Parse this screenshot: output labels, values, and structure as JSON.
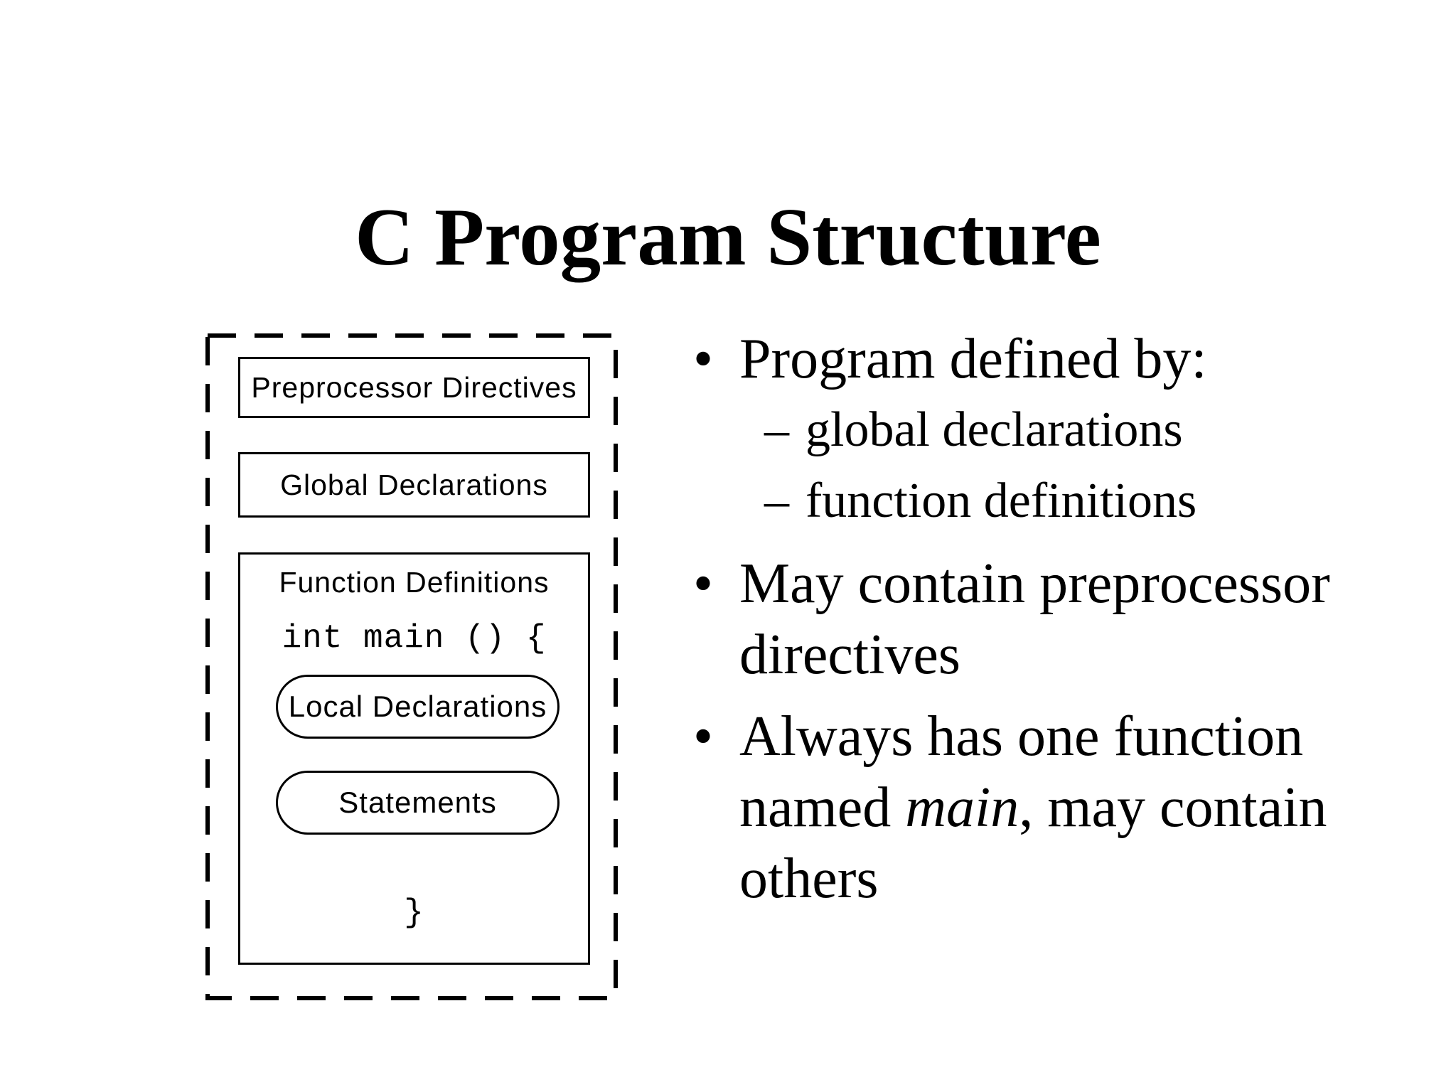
{
  "title": "C Program Structure",
  "colors": {
    "text": "#000000",
    "background": "#ffffff"
  },
  "diagram": {
    "preprocessor_label": "Preprocessor Directives",
    "global_label": "Global Declarations",
    "function_label": "Function Definitions",
    "code_open": "int main () {",
    "local_label": "Local Declarations",
    "statements_label": "Statements",
    "code_close": "}"
  },
  "bullets": {
    "marker": "•",
    "sub_marker": "–",
    "b1": {
      "line1": "Program defined by:",
      "sub1": "global declarations",
      "sub2": "function definitions"
    },
    "b2": {
      "line1": "May contain preprocessor",
      "line2": "directives"
    },
    "b3": {
      "line1": "Always has one function",
      "line2_pre": "named ",
      "line2_italic": "main",
      "line2_post": ", may contain",
      "line3": "others"
    }
  }
}
